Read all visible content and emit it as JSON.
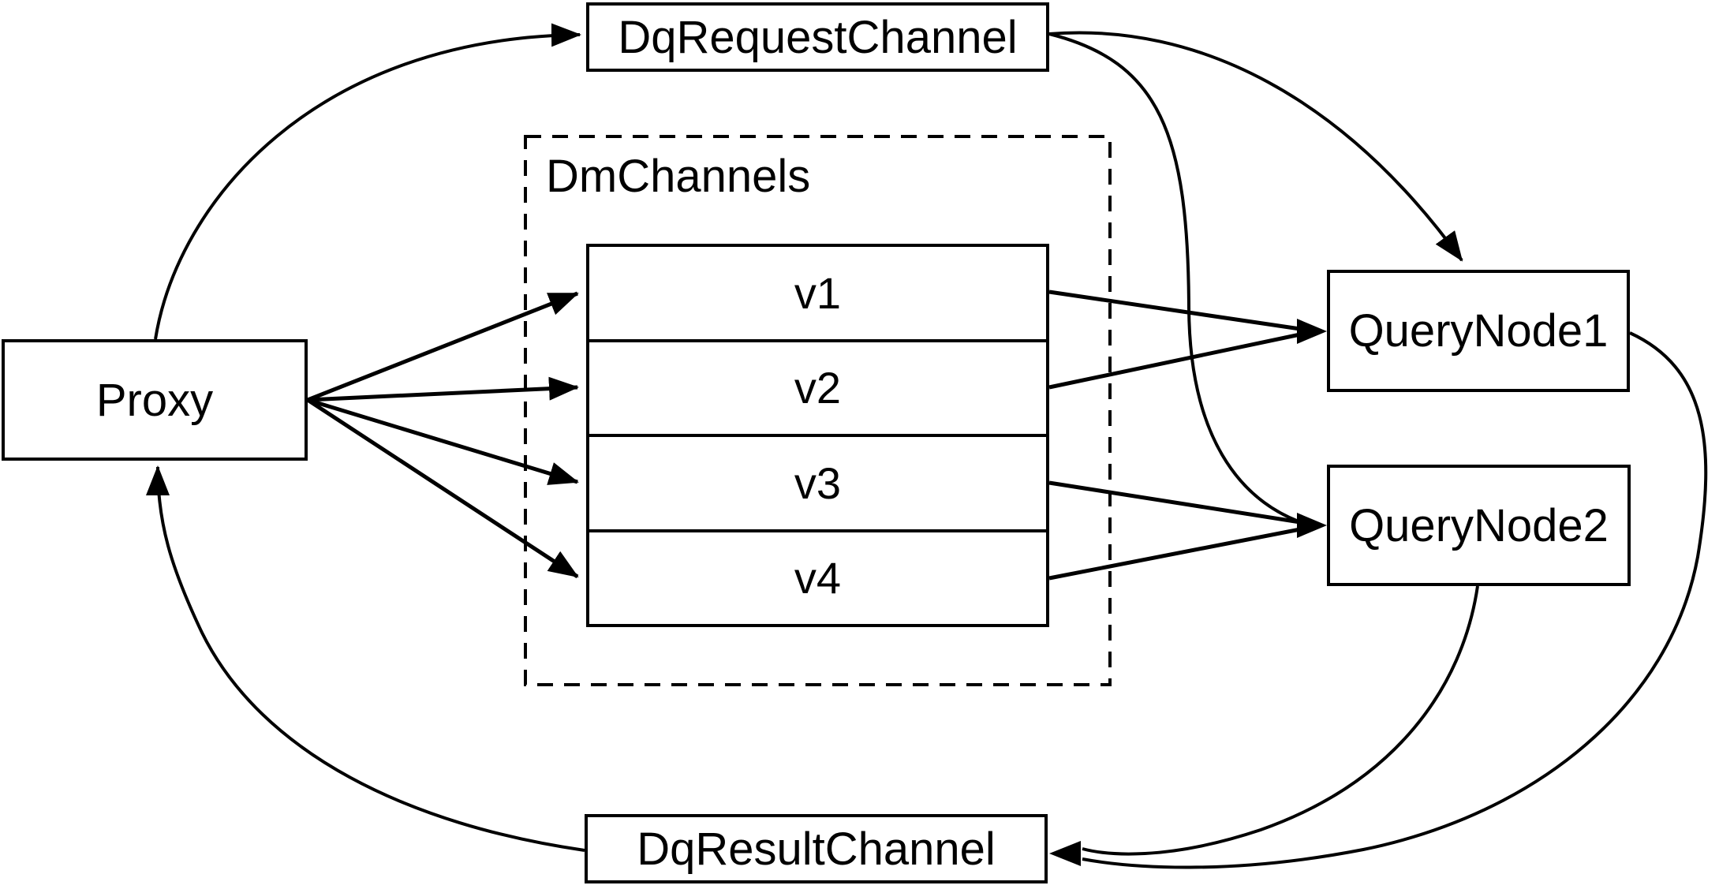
{
  "diagram": {
    "background_color": "#ffffff",
    "stroke_color": "#000000",
    "text_color": "#000000",
    "nodes": {
      "proxy": {
        "label": "Proxy"
      },
      "dq_request_channel": {
        "label": "DqRequestChannel"
      },
      "dq_result_channel": {
        "label": "DqResultChannel"
      },
      "query_node_1": {
        "label": "QueryNode1"
      },
      "query_node_2": {
        "label": "QueryNode2"
      },
      "dm_channels": {
        "label": "DmChannels",
        "channels": [
          {
            "label": "v1"
          },
          {
            "label": "v2"
          },
          {
            "label": "v3"
          },
          {
            "label": "v4"
          }
        ]
      }
    },
    "edges": [
      {
        "from": "Proxy",
        "to": "DqRequestChannel",
        "style": "curved-arrow"
      },
      {
        "from": "DqRequestChannel",
        "to": "QueryNode1",
        "style": "curved-arrow"
      },
      {
        "from": "DqRequestChannel",
        "to": "QueryNode2",
        "style": "curved-arrow"
      },
      {
        "from": "Proxy",
        "to": "v1",
        "style": "straight-arrow"
      },
      {
        "from": "Proxy",
        "to": "v2",
        "style": "straight-arrow"
      },
      {
        "from": "Proxy",
        "to": "v3",
        "style": "straight-arrow"
      },
      {
        "from": "Proxy",
        "to": "v4",
        "style": "straight-arrow"
      },
      {
        "from": "v1",
        "to": "QueryNode1",
        "style": "straight-arrow"
      },
      {
        "from": "v2",
        "to": "QueryNode1",
        "style": "straight-arrow"
      },
      {
        "from": "v3",
        "to": "QueryNode2",
        "style": "straight-arrow"
      },
      {
        "from": "v4",
        "to": "QueryNode2",
        "style": "straight-arrow"
      },
      {
        "from": "QueryNode1",
        "to": "DqResultChannel",
        "style": "curved-arrow"
      },
      {
        "from": "QueryNode2",
        "to": "DqResultChannel",
        "style": "curved-arrow"
      },
      {
        "from": "DqResultChannel",
        "to": "Proxy",
        "style": "curved-arrow"
      }
    ]
  }
}
